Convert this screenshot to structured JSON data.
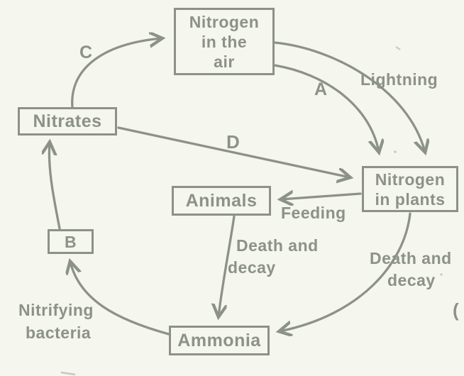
{
  "colors": {
    "ink": "#8c9286",
    "paper": "#f5f6ee"
  },
  "nodes": {
    "nitrogen_air": {
      "lines": [
        "Nitrogen",
        "in the",
        "air"
      ]
    },
    "nitrates": {
      "lines": [
        "Nitrates"
      ]
    },
    "nitrogen_plants": {
      "lines": [
        "Nitrogen",
        "in plants"
      ]
    },
    "animals": {
      "lines": [
        "Animals"
      ]
    },
    "b": {
      "lines": [
        "B"
      ]
    },
    "ammonia": {
      "lines": [
        "Ammonia"
      ]
    }
  },
  "edge_labels": {
    "c": "C",
    "a": "A",
    "d": "D",
    "lightning": "Lightning",
    "feeding": "Feeding",
    "death_decay_animals": [
      "Death and",
      "decay"
    ],
    "death_decay_plants": [
      "Death and",
      "decay"
    ],
    "nitrifying_bacteria": [
      "Nitrifying",
      "bacteria"
    ],
    "margin_paren": "("
  },
  "edges": [
    {
      "from": "Nitrates",
      "to": "Nitrogen in the air",
      "label": "C"
    },
    {
      "from": "Nitrogen in the air",
      "to": "Nitrogen in plants",
      "label": "Lightning"
    },
    {
      "from": "Nitrogen in the air",
      "to": "Nitrogen in plants",
      "label": "A"
    },
    {
      "from": "Nitrates",
      "to": "Nitrogen in plants",
      "label": "D"
    },
    {
      "from": "Nitrogen in plants",
      "to": "Animals",
      "label": "Feeding"
    },
    {
      "from": "Animals",
      "to": "Ammonia",
      "label": "Death and decay"
    },
    {
      "from": "Nitrogen in plants",
      "to": "Ammonia",
      "label": "Death and decay"
    },
    {
      "from": "Ammonia",
      "to": "B",
      "label": "Nitrifying bacteria"
    },
    {
      "from": "B",
      "to": "Nitrates",
      "label": ""
    }
  ]
}
